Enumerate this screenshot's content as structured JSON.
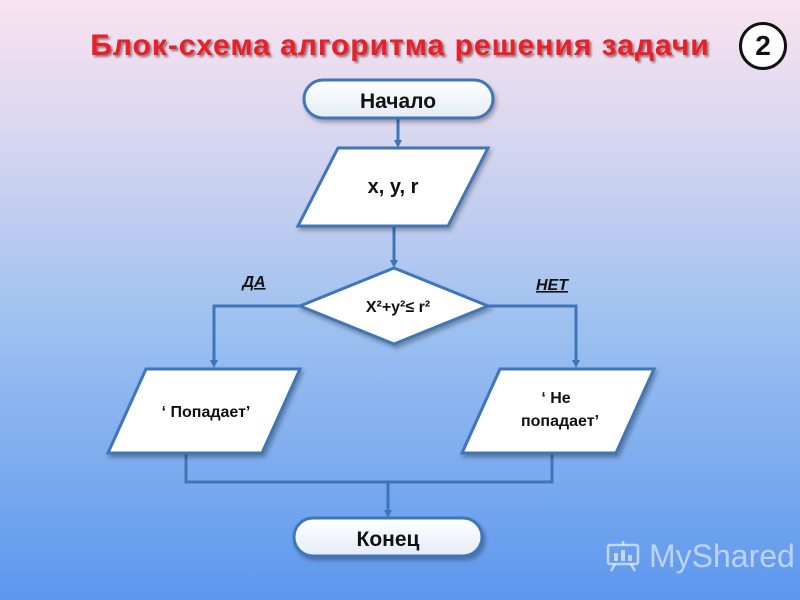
{
  "title": "Блок-схема алгоритма решения задачи",
  "slide_number": "2",
  "flowchart": {
    "start": "Начало",
    "input": "x, y, r",
    "condition": "X²+y²≤ r²",
    "yes_label": "ДА",
    "no_label": "НЕТ",
    "yes_output": "‘ Попадает’",
    "no_output_line1": "‘ Не",
    "no_output_line2": "попадает’",
    "end": "Конец"
  },
  "colors": {
    "shape_fill": "#ffffff",
    "shape_stroke": "#3f75b7",
    "connector": "#3f75b7",
    "title": "#e8202a"
  },
  "watermark": "MyShared"
}
